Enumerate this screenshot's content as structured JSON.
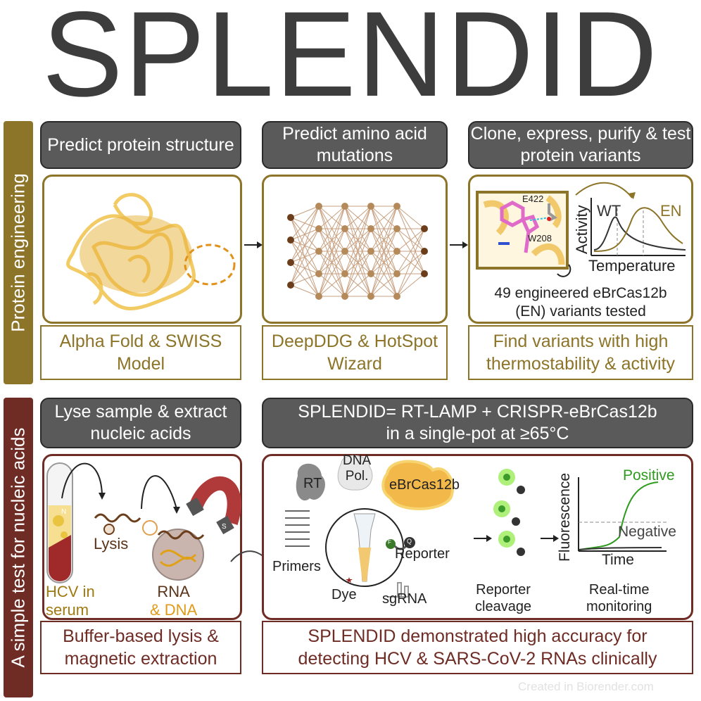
{
  "title": "SPLENDID",
  "sections": {
    "protein": {
      "side_label": "Protein engineering",
      "steps": [
        {
          "header": "Predict protein structure",
          "tool": "Alpha Fold & SWISS Model"
        },
        {
          "header": "Predict amino acid mutations",
          "tool": "DeepDDG & HotSpot Wizard"
        },
        {
          "header": "Clone, express, purify & test protein variants",
          "tool": "Find variants with high thermostability & activity"
        }
      ],
      "panel3": {
        "residue1": "E422",
        "residue2": "W208",
        "plot": {
          "ylabel": "Activity",
          "xlabel": "Temperature",
          "series": [
            "WT",
            "EN"
          ]
        },
        "caption_line1": "49 engineered eBrCas12b",
        "caption_line2": "(EN) variants tested"
      }
    },
    "test": {
      "side_label": "A simple test for nucleic acids",
      "steps": [
        {
          "header": "Lyse sample & extract nucleic acids",
          "summary": "Buffer-based lysis & magnetic extraction"
        },
        {
          "header_line1": "SPLENDID= RT-LAMP + CRISPR-eBrCas12b",
          "header_line2": "in a single-pot at ≥65°C",
          "summary": "SPLENDID demonstrated high accuracy for detecting HCV & SARS-CoV-2 RNAs clinically"
        }
      ],
      "panel1": {
        "sample_line1": "HCV in",
        "sample_line2": "serum",
        "lysis": "Lysis",
        "product_line1": "RNA",
        "product_line2": "& DNA",
        "magnet_n": "N",
        "magnet_s": "S"
      },
      "panel2": {
        "rt": "RT",
        "pol_line1": "DNA",
        "pol_line2": "Pol.",
        "cas": "eBrCas12b",
        "primers": "Primers",
        "dye": "Dye",
        "reporter": "Reporter",
        "sgrna": "sgRNA",
        "fluor_f": "F",
        "quench_q": "Q",
        "cleavage_line1": "Reporter",
        "cleavage_line2": "cleavage",
        "monitor_line1": "Real-time",
        "monitor_line2": "monitoring",
        "plot": {
          "ylabel": "Fluorescence",
          "xlabel": "Time",
          "positive": "Positive",
          "negative": "Negative"
        }
      }
    }
  },
  "watermark": "Created in Biorender.com",
  "colors": {
    "gold": "#8c7428",
    "red": "#6e2c25",
    "header": "#5a5a5a",
    "positive": "#2e9a1e",
    "orange": "#e09a18"
  }
}
